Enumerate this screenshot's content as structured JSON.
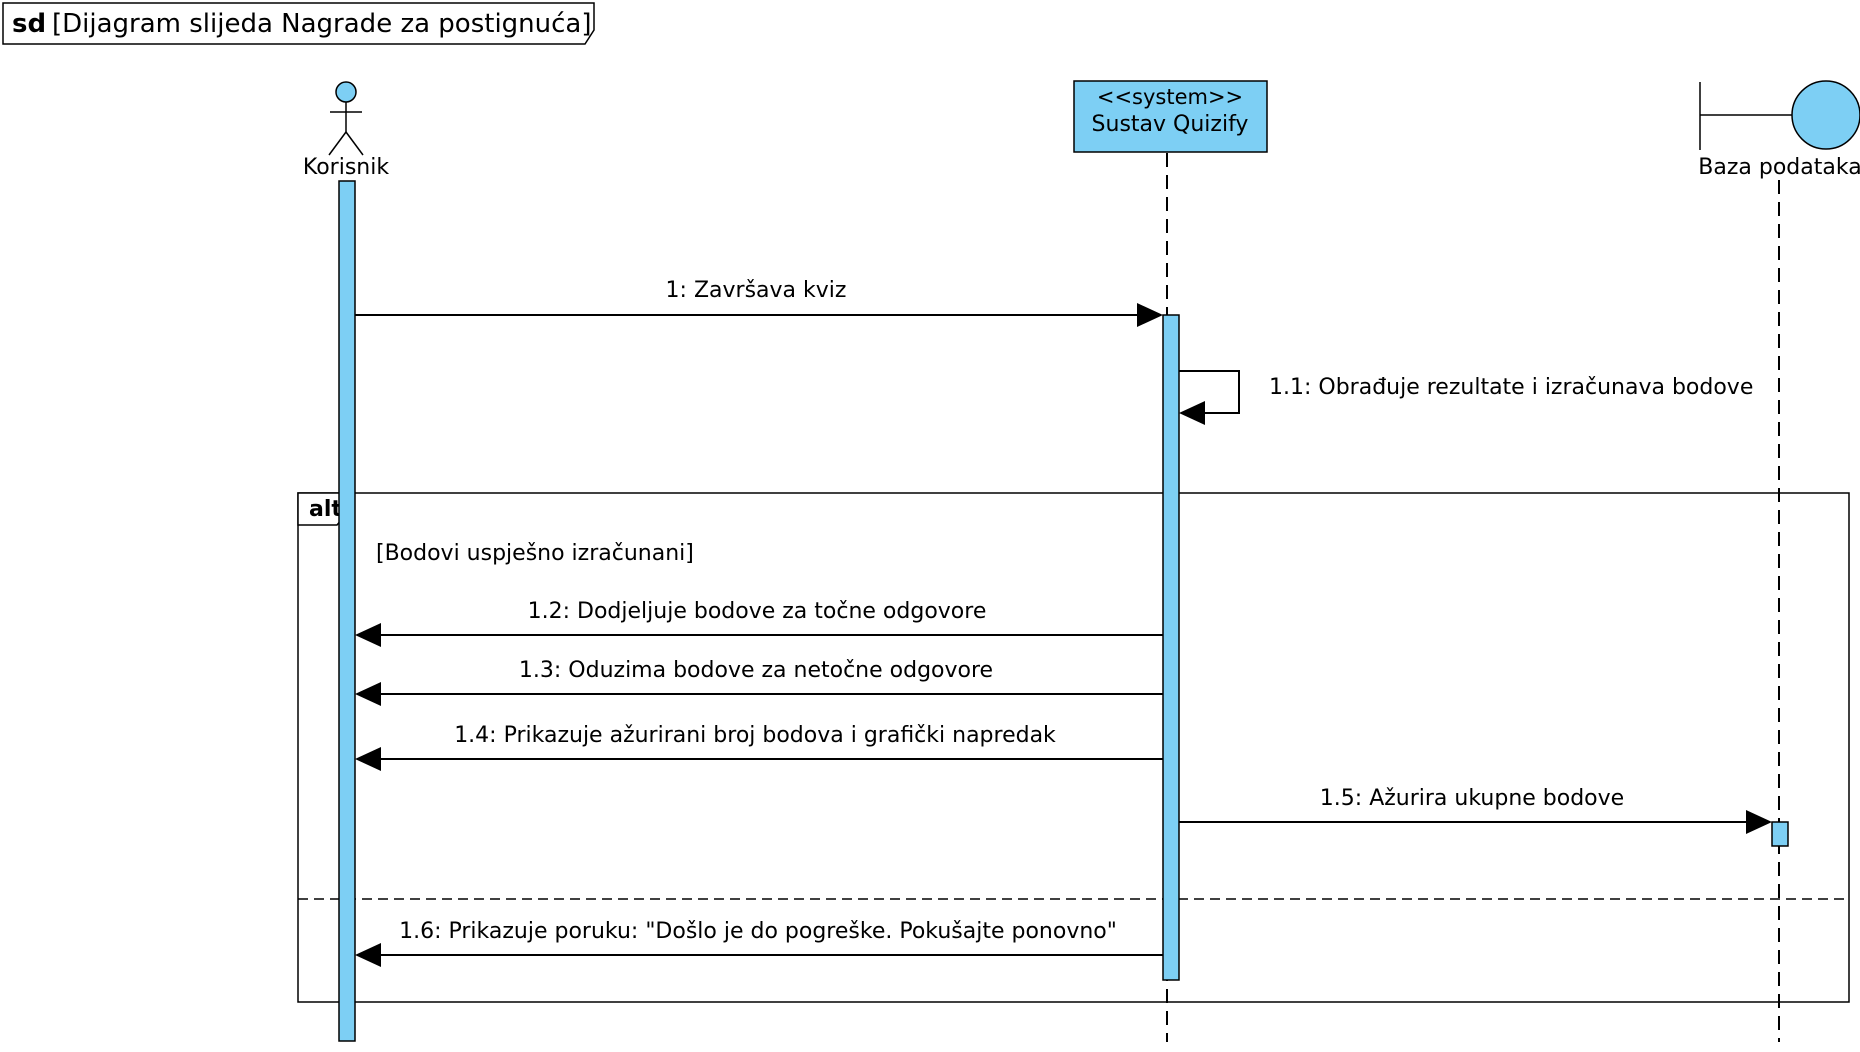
{
  "frame": {
    "keyword": "sd",
    "title": "[Dijagram slijeda Nagrade za postignuća]"
  },
  "participants": {
    "user": {
      "label": "Korisnik",
      "kind": "actor"
    },
    "system": {
      "stereotype": "<<system>>",
      "label": "Sustav Quizify",
      "kind": "lifeline"
    },
    "db": {
      "label": "Baza podataka",
      "kind": "boundary"
    }
  },
  "fragment": {
    "operator": "alt",
    "guard": "[Bodovi uspješno izračunani]"
  },
  "messages": [
    {
      "number": "1",
      "text": "1: Završava kviz"
    },
    {
      "number": "1.1",
      "text": "1.1: Obrađuje rezultate i izračunava bodove"
    },
    {
      "number": "1.2",
      "text": "1.2: Dodjeljuje bodove za točne odgovore"
    },
    {
      "number": "1.3",
      "text": "1.3: Oduzima bodove za netočne odgovore"
    },
    {
      "number": "1.4",
      "text": "1.4: Prikazuje ažurirani broj bodova i grafički napredak"
    },
    {
      "number": "1.5",
      "text": "1.5: Ažurira ukupne bodove"
    },
    {
      "number": "1.6",
      "text": "1.6: Prikazuje poruku: \"Došlo je do pogreške. Pokušajte ponovno\""
    }
  ],
  "colors": {
    "fill": "#7DCFF4",
    "line": "#000000",
    "background": "#ffffff"
  }
}
